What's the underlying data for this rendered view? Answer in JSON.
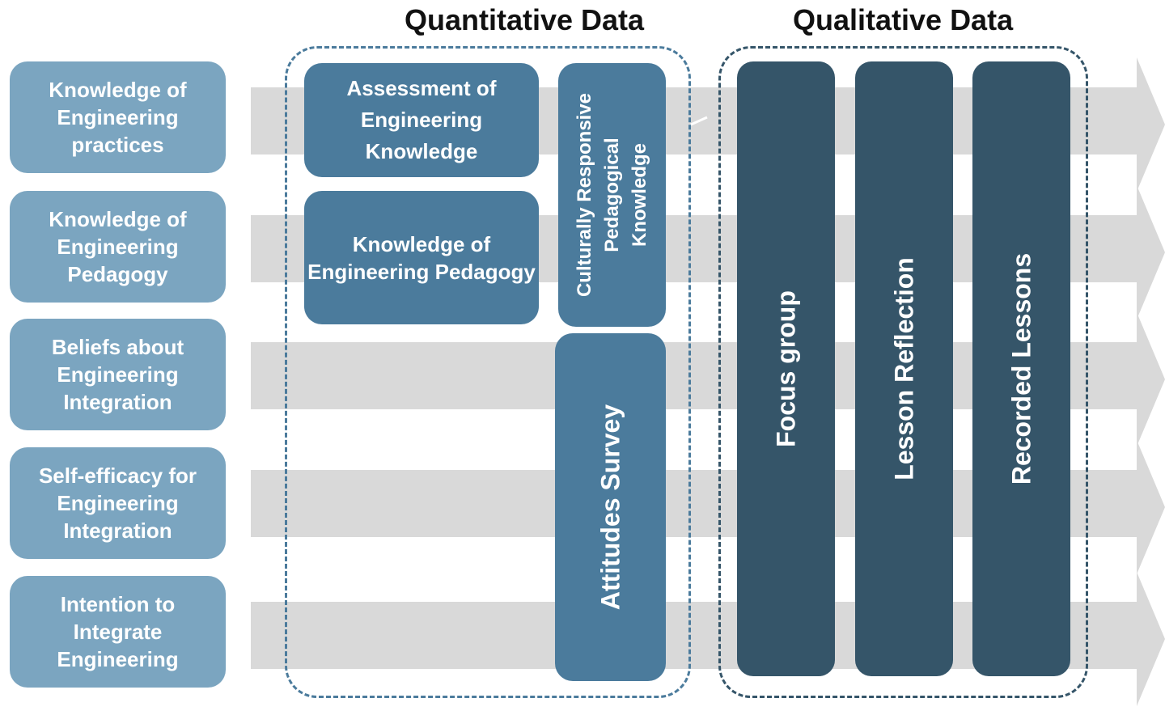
{
  "headers": {
    "quantitative": "Quantitative Data",
    "qualitative": "Qualitative Data"
  },
  "constructs": [
    "Knowledge of Engineering practices",
    "Knowledge of Engineering Pedagogy",
    "Beliefs about Engineering Integration",
    "Self-efficacy for Engineering Integration",
    "Intention to Integrate Engineering"
  ],
  "quantitative_instruments": {
    "assessment": "Assessment of Engineering Knowledge",
    "pedagogy": "Knowledge of Engineering Pedagogy",
    "crpk_line1": "Culturally Responsive",
    "crpk_line2": "Pedagogical",
    "crpk_line3": "Knowledge",
    "attitudes": "Attitudes Survey"
  },
  "qualitative_instruments": [
    "Focus group",
    "Lesson Reflection",
    "Recorded Lessons"
  ],
  "colors": {
    "construct": "#7ba5c0",
    "quant_box": "#4b7b9c",
    "qual_box": "#355569",
    "arrow": "#d9d9d9",
    "quant_frame": "#4b7b9c",
    "qual_frame": "#355569"
  }
}
